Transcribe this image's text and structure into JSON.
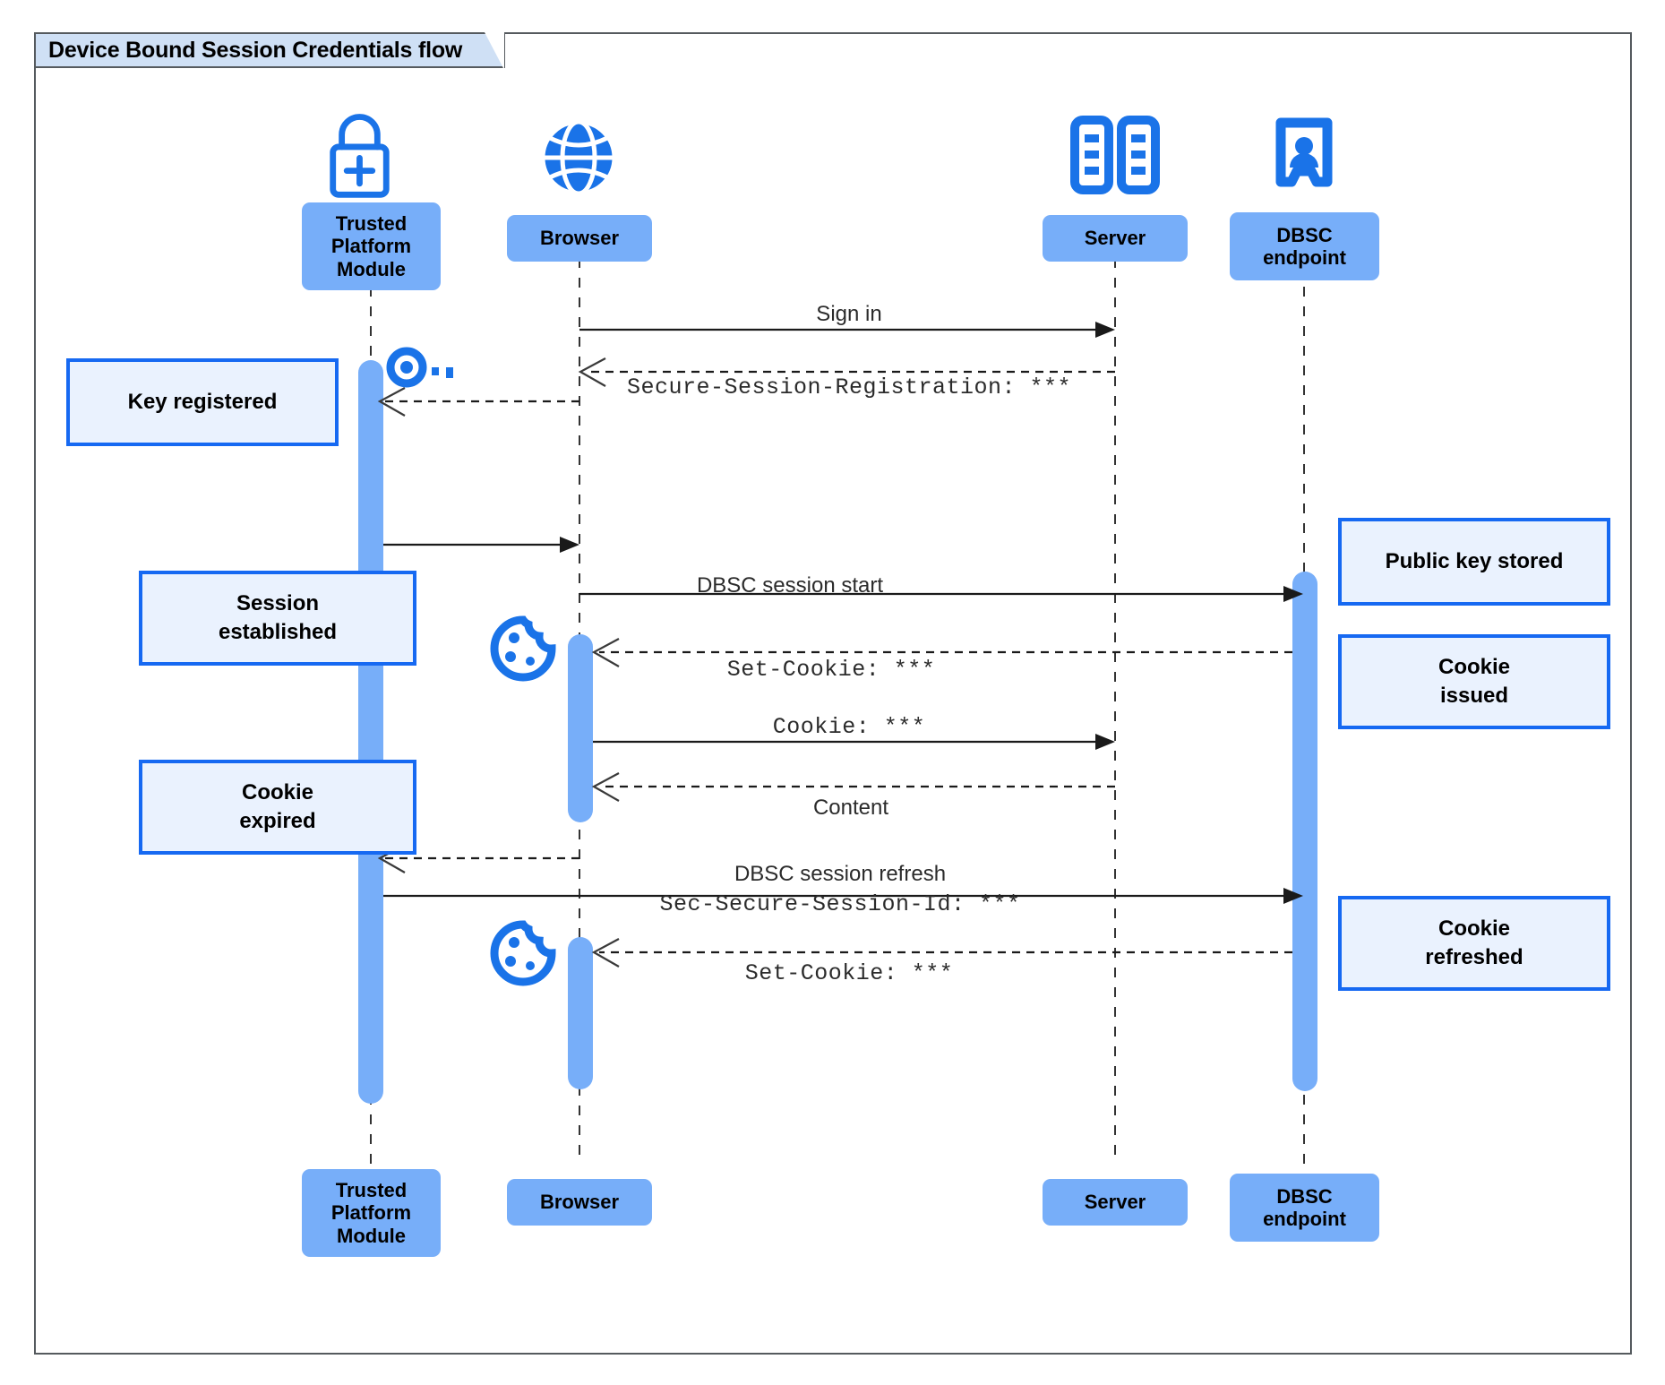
{
  "diagram": {
    "title": "Device Bound Session Credentials flow",
    "type": "uml-sequence-diagram",
    "colors": {
      "participant_fill": "#77aef9",
      "note_fill": "#eaf2fe",
      "note_border": "#1669f2",
      "icon_blue": "#1a73e8",
      "activation_bar": "#77aef9",
      "frame_border": "#555a5e",
      "title_tab_fill": "#cfe0f5"
    }
  },
  "participants": [
    {
      "id": "tpm",
      "label": "Trusted\nPlatform\nModule",
      "icon": "padlock-plus-icon"
    },
    {
      "id": "browser",
      "label": "Browser",
      "icon": "globe-icon"
    },
    {
      "id": "server",
      "label": "Server",
      "icon": "server-racks-icon"
    },
    {
      "id": "dbsc",
      "label": "DBSC\nendpoint",
      "icon": "id-badge-icon"
    }
  ],
  "messages": [
    {
      "id": "m1",
      "from": "browser",
      "to": "server",
      "style": "solid",
      "label": "Sign in",
      "font": "sans"
    },
    {
      "id": "m2",
      "from": "server",
      "to": "browser",
      "style": "dashed",
      "label": "Secure-Session-Registration: ***",
      "font": "mono"
    },
    {
      "id": "m3",
      "from": "browser",
      "to": "tpm",
      "style": "dashed",
      "label": "",
      "font": "sans"
    },
    {
      "id": "m4",
      "from": "tpm",
      "to": "browser",
      "style": "solid",
      "label": "",
      "font": "sans"
    },
    {
      "id": "m5",
      "from": "browser",
      "to": "dbsc",
      "style": "solid",
      "label": "DBSC session start",
      "font": "sans"
    },
    {
      "id": "m6",
      "from": "dbsc",
      "to": "browser",
      "style": "dashed",
      "label": "Set-Cookie: ***",
      "font": "mono"
    },
    {
      "id": "m7",
      "from": "browser",
      "to": "server",
      "style": "solid",
      "label": "Cookie: ***",
      "font": "mono"
    },
    {
      "id": "m8",
      "from": "server",
      "to": "browser",
      "style": "dashed",
      "label": "Content",
      "font": "sans"
    },
    {
      "id": "m9",
      "from": "browser",
      "to": "tpm",
      "style": "dashed",
      "label": "",
      "font": "sans"
    },
    {
      "id": "m10",
      "from": "tpm",
      "to": "dbsc",
      "style": "solid",
      "label": "DBSC session refresh",
      "label2": "Sec-Secure-Session-Id: ***",
      "font": "sans"
    },
    {
      "id": "m11",
      "from": "dbsc",
      "to": "browser",
      "style": "dashed",
      "label": "Set-Cookie: ***",
      "font": "mono"
    }
  ],
  "notes": [
    {
      "id": "n1",
      "side": "left",
      "label": "Key registered",
      "attached_to": "tpm"
    },
    {
      "id": "n2",
      "side": "left",
      "label": "Session\nestablished",
      "attached_to": "tpm"
    },
    {
      "id": "n3",
      "side": "left",
      "label": "Cookie\nexpired",
      "attached_to": "tpm"
    },
    {
      "id": "n4",
      "side": "right",
      "label": "Public key stored",
      "attached_to": "dbsc"
    },
    {
      "id": "n5",
      "side": "right",
      "label": "Cookie\nissued",
      "attached_to": "dbsc"
    },
    {
      "id": "n6",
      "side": "right",
      "label": "Cookie\nrefreshed",
      "attached_to": "dbsc"
    }
  ],
  "inline_icons": [
    {
      "id": "key1",
      "icon": "key-icon",
      "near": "tpm"
    },
    {
      "id": "cookie1",
      "icon": "cookie-icon",
      "near": "browser"
    },
    {
      "id": "cookie2",
      "icon": "cookie-icon",
      "near": "browser"
    }
  ]
}
